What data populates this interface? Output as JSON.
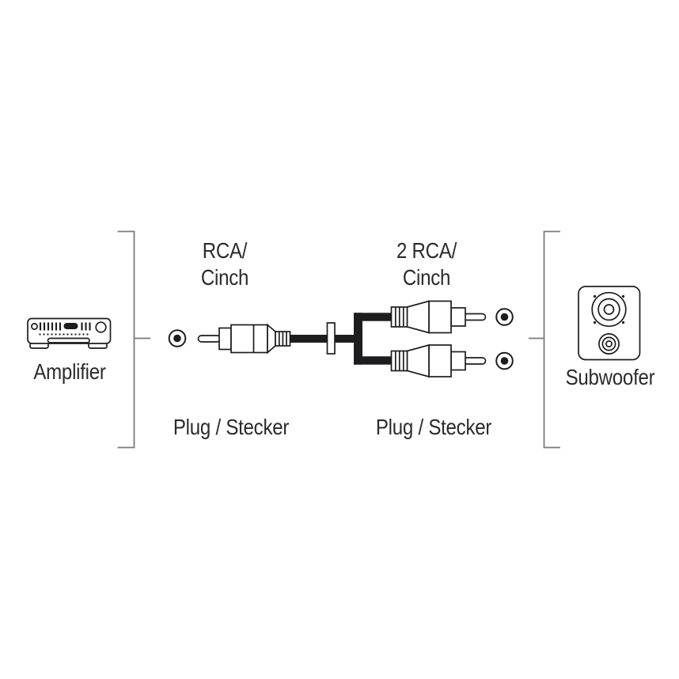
{
  "page": {
    "background": "#ffffff",
    "description": "Connection diagram: amplifier linked to subwoofer with an RCA/Cinch to 2 RCA/Cinch Y-adapter cable"
  },
  "colors": {
    "line": "#1d1d1f",
    "cable_fill": "#1d1d1f",
    "bracket": "#7a797e",
    "text": "#2b2a2e",
    "background": "#ffffff"
  },
  "left_device": {
    "name": "Amplifier",
    "icon": "amplifier-icon"
  },
  "right_device": {
    "name": "Subwoofer",
    "icon": "subwoofer-icon"
  },
  "connectors": {
    "left": {
      "type": "RCA/\nCinch",
      "role": "Plug / Stecker",
      "count": 1,
      "icon": "rca-plug-left-icon"
    },
    "right": {
      "type": "2 RCA/\nCinch",
      "role": "Plug / Stecker",
      "count": 2,
      "icon": "rca-plug-right-icon"
    }
  },
  "icons": [
    "amplifier-icon",
    "subwoofer-icon",
    "rca-plug-left-icon",
    "rca-plug-top-icon",
    "rca-plug-bottom-icon",
    "amp-output-jack-icon",
    "sub-input-jack-top-icon",
    "sub-input-jack-bottom-icon",
    "y-cable-icon",
    "left-bracket",
    "right-bracket"
  ]
}
